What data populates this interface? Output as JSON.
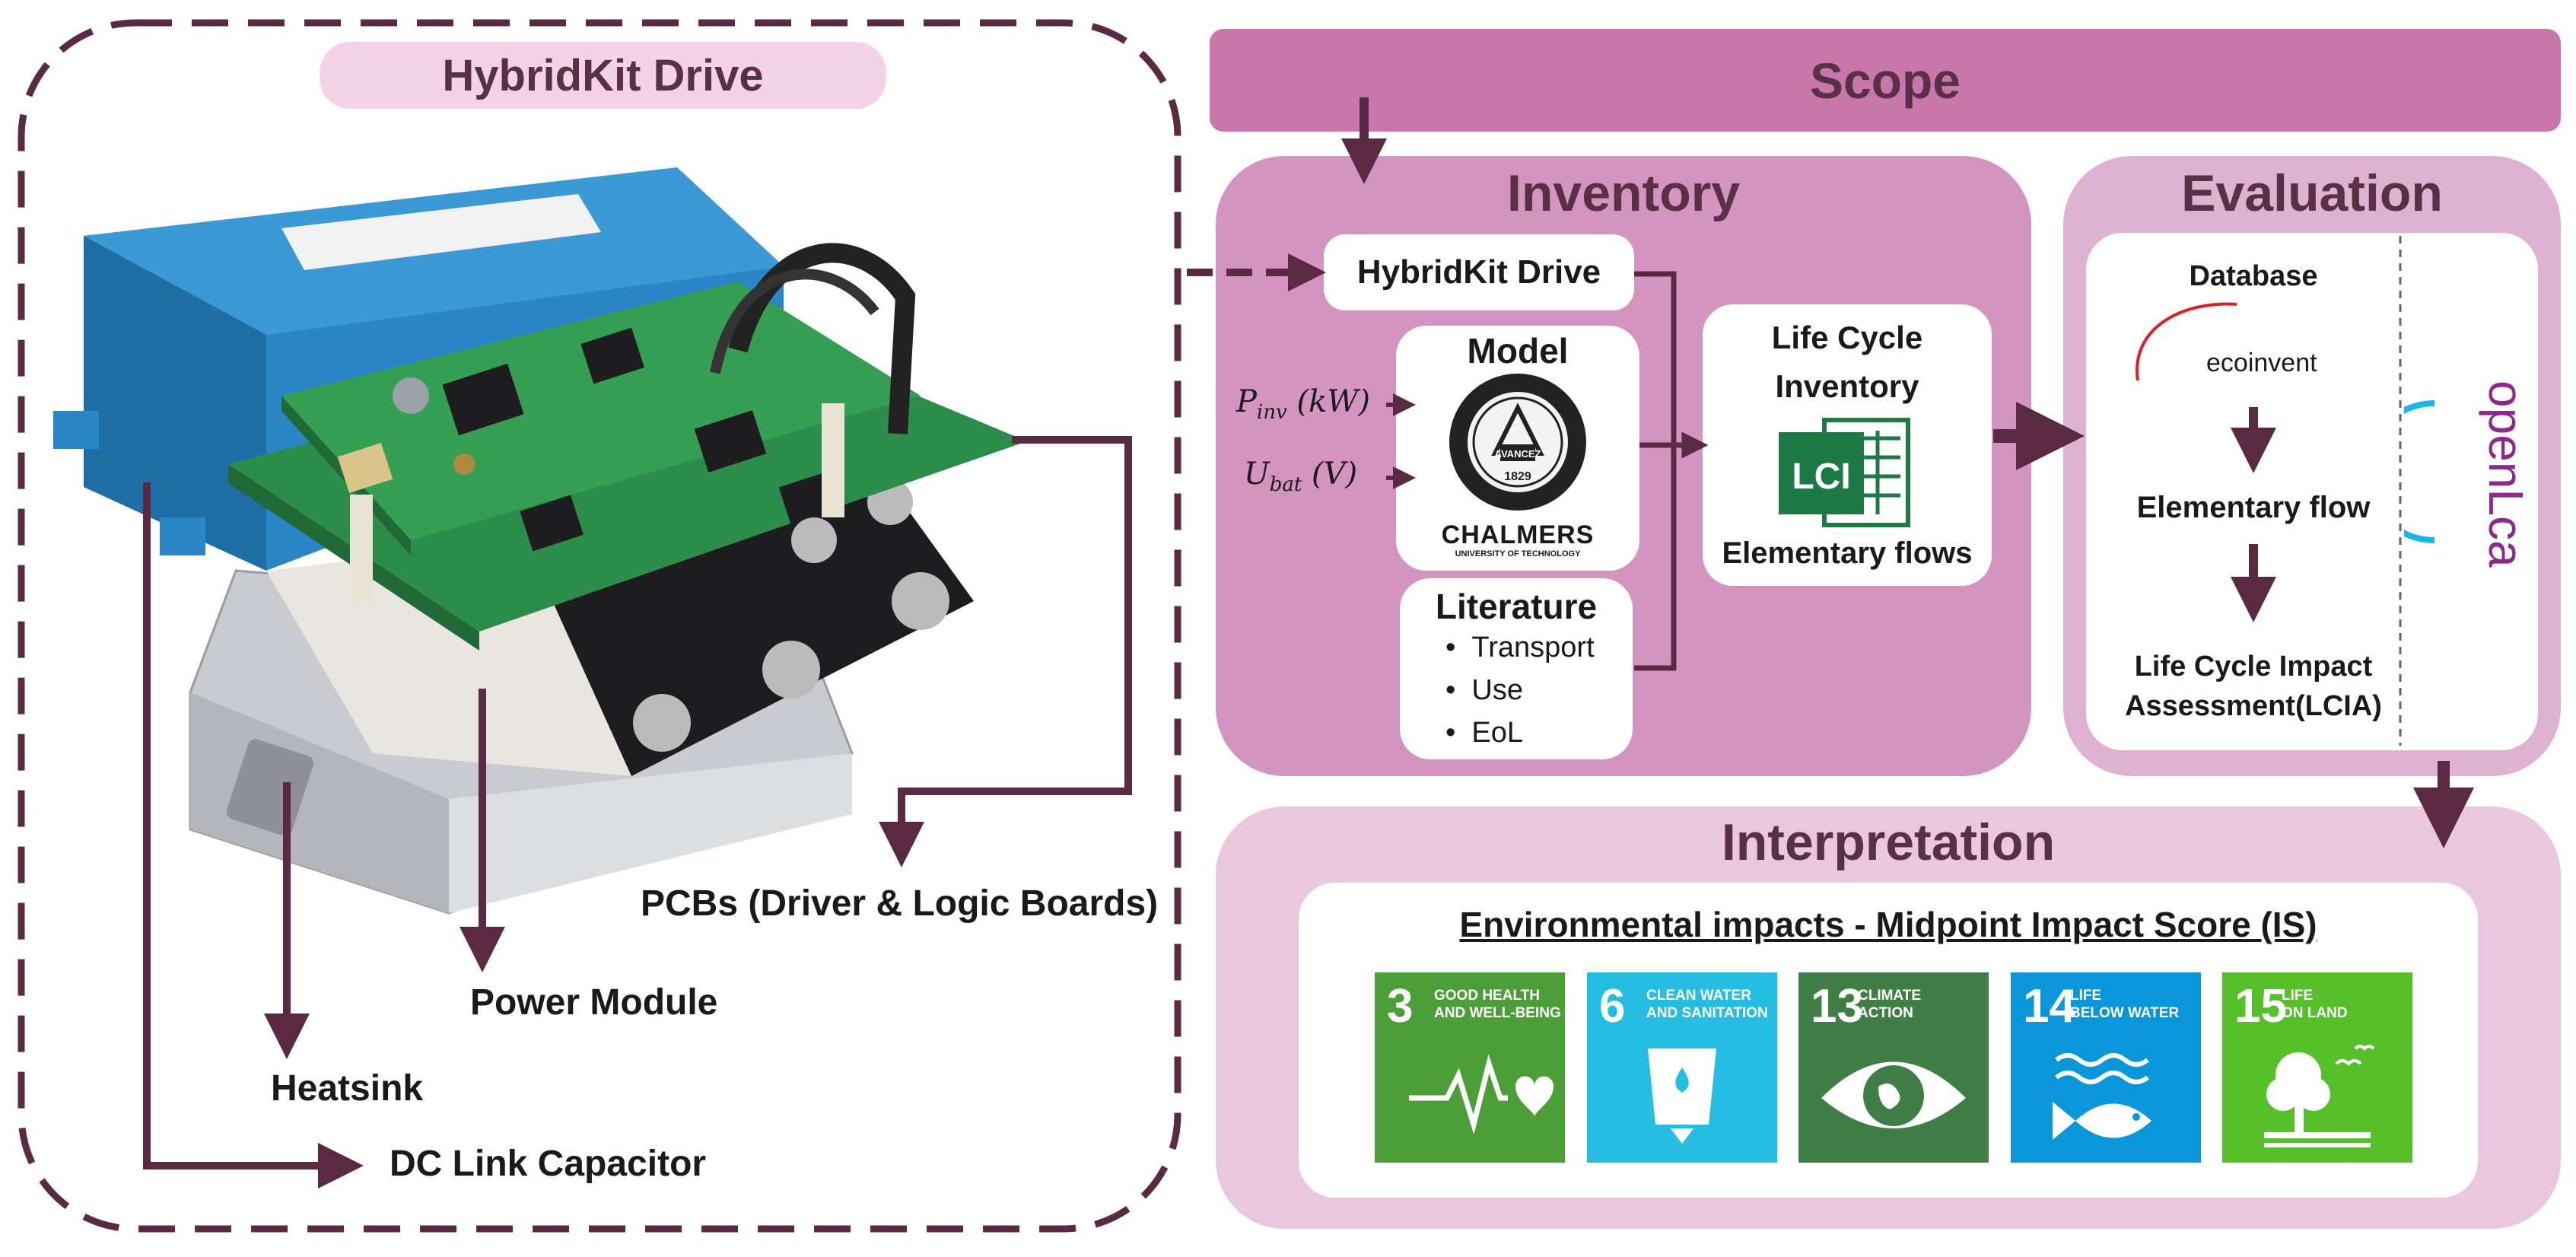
{
  "left_panel": {
    "title": "HybridKit Drive",
    "labels": {
      "pcbs": "PCBs (Driver & Logic Boards)",
      "power_module": "Power Module",
      "heatsink": "Heatsink",
      "dc_link": "DC Link Capacitor"
    }
  },
  "scope": {
    "title": "Scope"
  },
  "inventory": {
    "title": "Inventory",
    "hybridkit_label": "HybridKit Drive",
    "model_title": "Model",
    "inputs": [
      "P",
      "inv",
      " (kW)",
      "U",
      "bat",
      " (V)"
    ],
    "chalmers_wordmark": "CHALMERS",
    "chalmers_sub": "UNIVERSITY OF TECHNOLOGY",
    "seal_text": "AVANCEZ",
    "seal_year": "1829",
    "literature_title": "Literature",
    "literature_items": [
      "Transport",
      "Use",
      "EoL"
    ],
    "lci_title_line1": "Life Cycle",
    "lci_title_line2": "Inventory",
    "lci_icon_text": "LCI",
    "lci_caption": "Elementary flows"
  },
  "evaluation": {
    "title": "Evaluation",
    "database_label": "Database",
    "ecoinvent_logo": "ecoinvent",
    "elementary_flow": "Elementary flow",
    "lcia_line1": "Life Cycle Impact",
    "lcia_line2": "Assessment(LCIA)",
    "openlca_logo": "openLca"
  },
  "interpretation": {
    "title": "Interpretation",
    "subtitle": "Environmental impacts - Midpoint Impact Score (IS)",
    "sdgs": [
      {
        "num": "3",
        "text": "GOOD HEALTH\nAND WELL-BEING",
        "color": "#4C9F38",
        "icon": "heartbeat-icon"
      },
      {
        "num": "6",
        "text": "CLEAN WATER\nAND SANITATION",
        "color": "#26BDE2",
        "icon": "water-cup-icon"
      },
      {
        "num": "13",
        "text": "CLIMATE\nACTION",
        "color": "#3F7E44",
        "icon": "eye-globe-icon"
      },
      {
        "num": "14",
        "text": "LIFE\nBELOW WATER",
        "color": "#0A97D9",
        "icon": "fish-icon"
      },
      {
        "num": "15",
        "text": "LIFE\nON LAND",
        "color": "#56C02B",
        "icon": "tree-icon"
      }
    ]
  },
  "colors": {
    "scope_bar": "#c877ab",
    "inventory_bg": "#d494c0",
    "evaluation_bg": "#e0b2d2",
    "interpretation_bg": "#e9c8df",
    "arrow": "#5a2a42",
    "title_pill": "#f3d3e7"
  }
}
